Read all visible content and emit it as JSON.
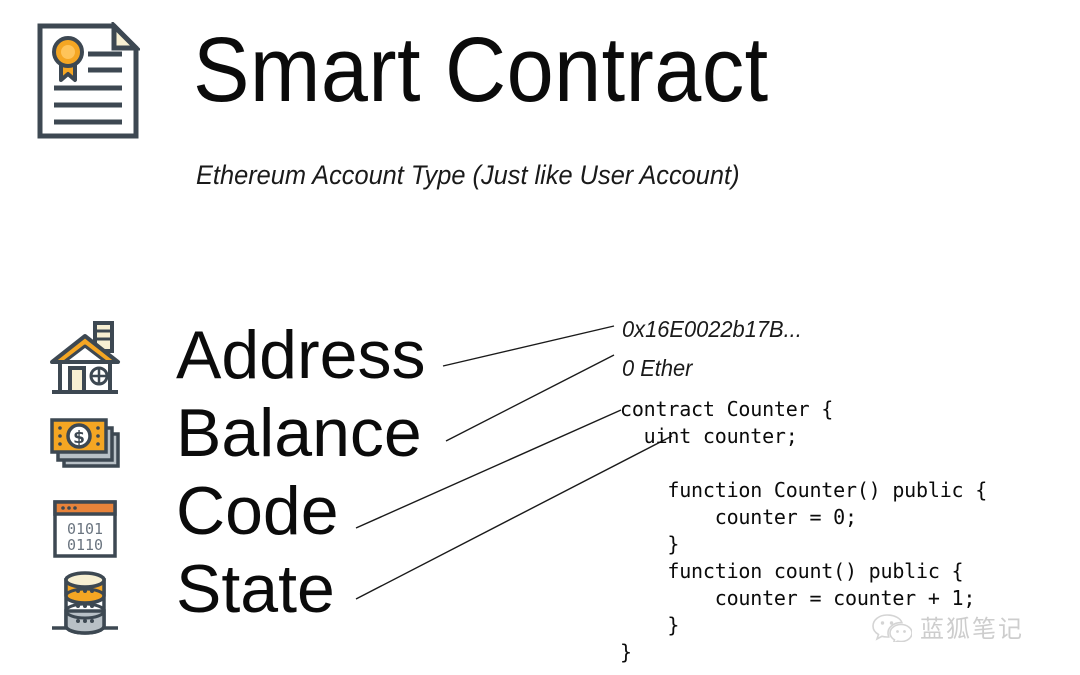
{
  "header": {
    "icon": "certificate-document-icon",
    "title": "Smart Contract",
    "subtitle": "Ethereum Account Type (Just like User Account)"
  },
  "rows": [
    {
      "icon": "house-icon",
      "label": "Address",
      "value": "0x16E0022b17B..."
    },
    {
      "icon": "money-stack-icon",
      "label": "Balance",
      "value": "0 Ether"
    },
    {
      "icon": "code-window-icon",
      "label": "Code",
      "value": ""
    },
    {
      "icon": "database-icon",
      "label": "State",
      "value": ""
    }
  ],
  "code": {
    "language": "solidity",
    "text": "contract Counter {\n  uint counter;\n\n    function Counter() public {\n        counter = 0;\n    }\n    function count() public {\n        counter = counter + 1;\n    }\n}"
  },
  "watermark": {
    "icon": "wechat-icon",
    "text": "蓝狐笔记"
  },
  "colors": {
    "accent_orange": "#F5A623",
    "accent_orange_dark": "#E8833A",
    "outline": "#3D4852",
    "paper": "#FFFFFF",
    "gray_fill": "#B8C0C6",
    "cream": "#F7EFD2",
    "text": "#0B0B0B"
  }
}
